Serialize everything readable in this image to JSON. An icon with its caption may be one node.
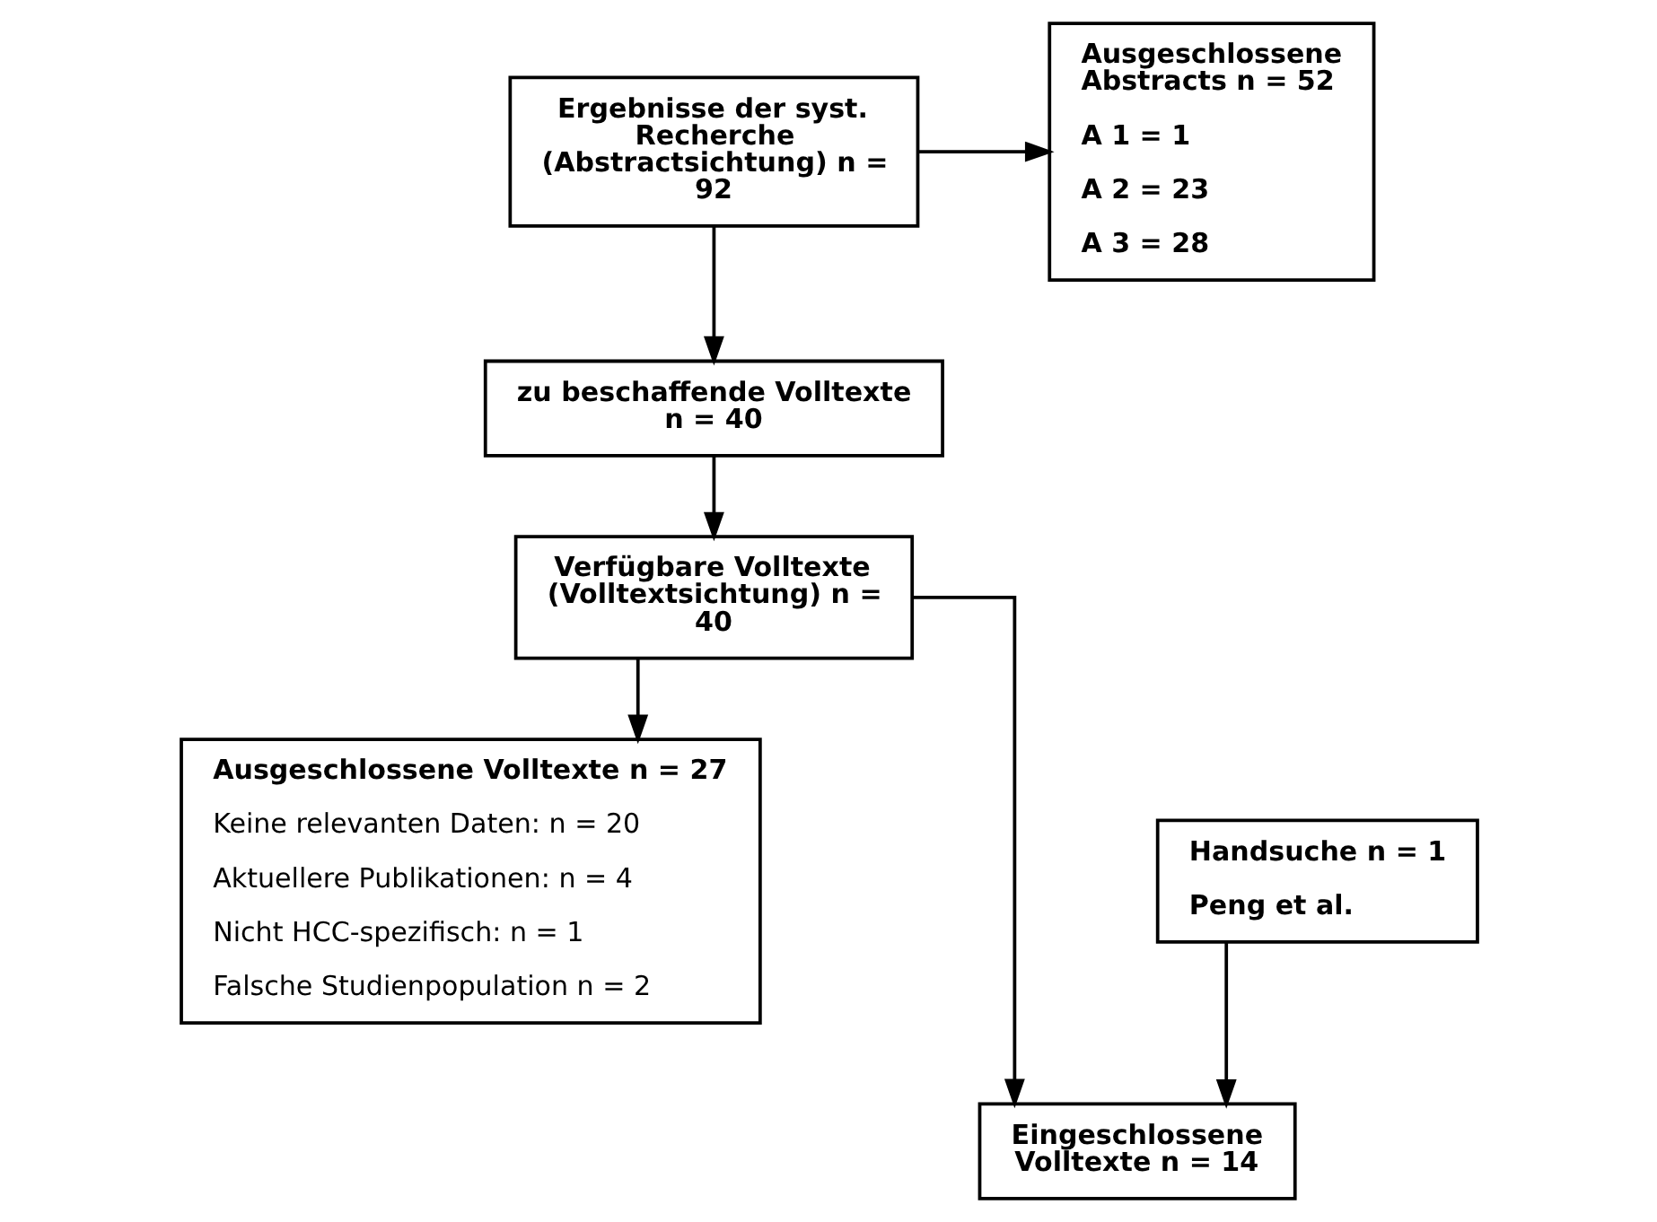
{
  "diagram": {
    "nodes": [
      {
        "text": [
          "Ergebnisse der syst. Recherche (Abstractsichtung) n = 92"
        ]
      },
      {
        "text": [
          "Ausgeschlossene Abstracts n = 52",
          "A 1 = 1",
          "A 2 = 23",
          "A 3 = 28"
        ]
      },
      {
        "text": [
          "zu beschaffende Volltexte n = 40"
        ]
      },
      {
        "text": [
          "Verfügbare Volltexte (Volltextsichtung) n = 40"
        ]
      },
      {
        "text": [
          "Handsuche n = 1",
          "Peng et al."
        ]
      },
      {
        "text": [
          "Ausgeschlossene Volltexte n = 27",
          "Keine relevanten Daten: n = 20",
          "Aktuellere Publikationen: n = 4",
          "Nicht HCC-spezifisch: n = 1",
          "Falsche Studienpopulation n = 2"
        ]
      },
      {
        "text": [
          "Eingeschlossene Volltexte n = 14"
        ]
      }
    ],
    "edges": [
      {
        "from": 0,
        "to": 2,
        "arrow": "to"
      },
      {
        "from": 0,
        "to": 1,
        "arrow": "to"
      },
      {
        "from": 2,
        "to": 3,
        "arrow": "to"
      },
      {
        "from": 3,
        "to": 6,
        "arrow": "to"
      },
      {
        "from": 3,
        "to": 5,
        "arrow": "to"
      },
      {
        "from": 4,
        "to": 6,
        "arrow": "to"
      }
    ]
  }
}
